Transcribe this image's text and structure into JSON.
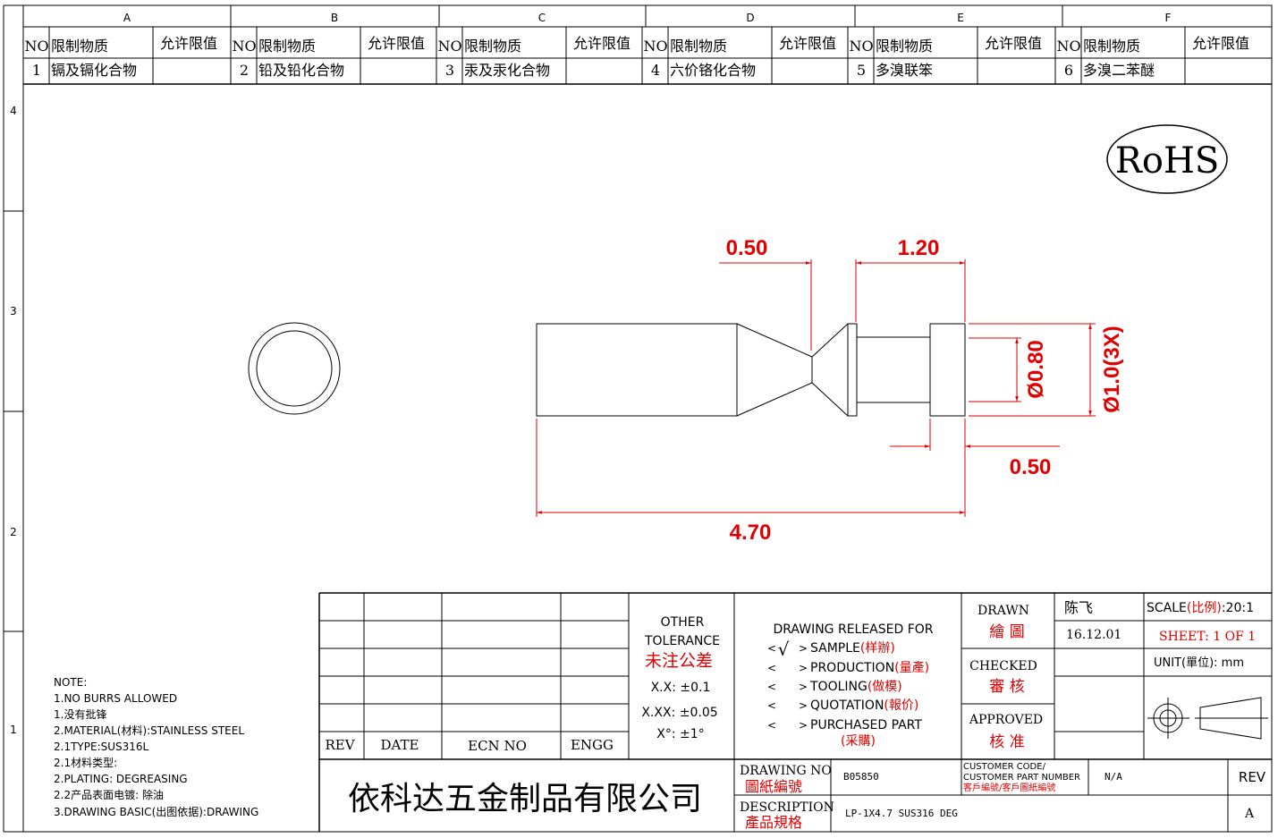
{
  "zones": {
    "cols": [
      "A",
      "B",
      "C",
      "D",
      "E",
      "F"
    ],
    "rows": [
      "4",
      "3",
      "2",
      "1"
    ]
  },
  "substances": {
    "headers": {
      "no": "NO",
      "substance": "限制物质",
      "limit": "允许限值"
    },
    "items": [
      {
        "no": "1",
        "name": "镉及镉化合物"
      },
      {
        "no": "2",
        "name": "铅及铅化合物"
      },
      {
        "no": "3",
        "name": "汞及汞化合物"
      },
      {
        "no": "4",
        "name": "六价铬化合物"
      },
      {
        "no": "5",
        "name": "多溴联笨"
      },
      {
        "no": "6",
        "name": "多溴二苯醚"
      }
    ]
  },
  "rohs": "RoHS",
  "dimensions": {
    "d1": "0.50",
    "d2": "1.20",
    "d3": "Ø0.80",
    "d4": "Ø1.0(3X)",
    "d5": "0.50",
    "d6": "4.70"
  },
  "notes": {
    "title": "NOTE:",
    "lines": [
      "1.NO BURRS ALLOWED",
      "1.没有批锋",
      "2.MATERIAL(材料):STAINLESS STEEL",
      "2.1TYPE:SUS316L",
      "2.1材料类型:",
      "2.PLATING: DEGREASING",
      "2.2产品表面电镀: 除油",
      "3.DRAWING BASIC(出图依据):DRAWING"
    ]
  },
  "rev_table": {
    "headers": [
      "REV",
      "DATE",
      "ECN NO",
      "ENGG"
    ]
  },
  "tolerance": {
    "title1": "OTHER",
    "title2": "TOLERANCE",
    "title_cn": "未注公差",
    "xx": "X.X: ±0.1",
    "xxx": "X.XX: ±0.05",
    "angle": "X°: ±1°"
  },
  "release": {
    "title": "DRAWING RELEASED FOR",
    "check": "√",
    "options": [
      {
        "en": "SAMPLE",
        "cn": "(样辦)"
      },
      {
        "en": "PRODUCTION",
        "cn": "(量產)"
      },
      {
        "en": "TOOLING",
        "cn": "(做模)"
      },
      {
        "en": "QUOTATION",
        "cn": "(報价)"
      },
      {
        "en": "PURCHASED PART",
        "cn": "(采購)"
      }
    ]
  },
  "approval": {
    "drawn_en": "DRAWN",
    "drawn_cn": "繪 圖",
    "checked_en": "CHECKED",
    "checked_cn": "審 核",
    "approved_en": "APPROVED",
    "approved_cn": "核 准",
    "drawn_by": "陈飞",
    "date": "16.12.01"
  },
  "scale": {
    "label": "SCALE",
    "label_cn": "(比例)",
    "value": ":20:1",
    "sheet": "SHEET:  1 OF 1",
    "unit": "UNIT(單位): mm"
  },
  "company": "依科达五金制品有限公司",
  "drawing_no": {
    "label_en": "DRAWING NO",
    "label_cn": "圖紙編號",
    "value": "B05850"
  },
  "customer": {
    "label_en1": "CUSTOMER CODE/",
    "label_en2": "CUSTOMER PART NUMBER",
    "label_cn": "客戶編號/客戶圖紙編號",
    "value": "N/A"
  },
  "description": {
    "label_en": "DESCRIPTION",
    "label_cn": "產品規格",
    "value": "LP-1X4.7 SUS316 DEG"
  },
  "rev": {
    "label": "REV",
    "value": "A"
  }
}
